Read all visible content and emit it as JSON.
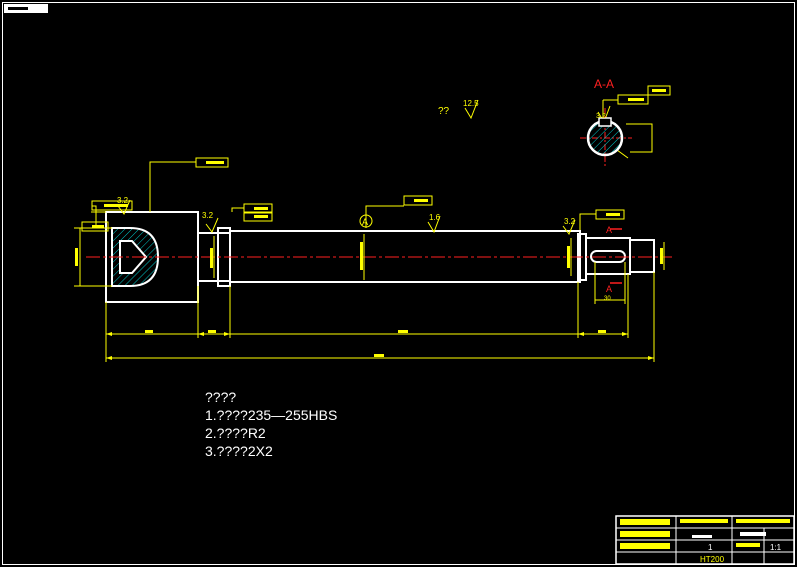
{
  "drawing": {
    "section_label": "A-A",
    "datum_label": "A",
    "cut_label_top": "A",
    "cut_label_bottom": "A",
    "roughness_label": "??",
    "roughness_global": "12.5",
    "roughness_left": "3.2",
    "roughness_left2": "3.2",
    "roughness_mid": "1.6",
    "roughness_right": "3.2",
    "roughness_section": "3.2",
    "dim_30": "30",
    "notes": {
      "title": "????",
      "line1": "1.????235—255HBS",
      "line2": "2.????R2",
      "line3": "3.????2X2"
    },
    "title_block": {
      "scale": "1:1",
      "qty": "1",
      "material": "HT200"
    }
  },
  "colors": {
    "background": "#000000",
    "outline": "#ffffff",
    "dimension": "#ffff00",
    "center": "#ff0000",
    "hatch": "#00ffff"
  }
}
